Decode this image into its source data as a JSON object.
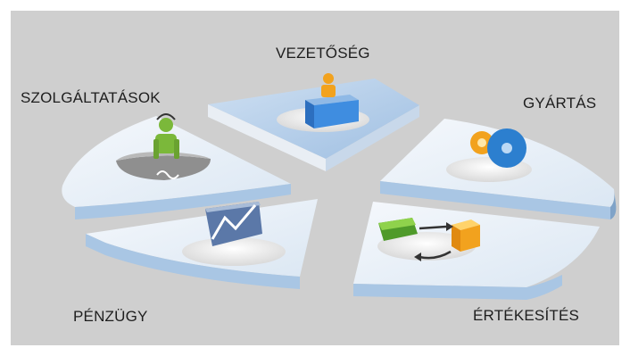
{
  "segments": [
    {
      "label": "VEZETŐSÉG",
      "icon": "management-desk-icon"
    },
    {
      "label": "GYÁRTÁS",
      "icon": "production-gears-icon"
    },
    {
      "label": "ÉRTÉKESÍTÉS",
      "icon": "sales-exchange-icon"
    },
    {
      "label": "PÉNZÜGY",
      "icon": "finance-chart-icon"
    },
    {
      "label": "SZOLGÁLTATÁSOK",
      "icon": "services-support-icon"
    }
  ],
  "colors": {
    "background": "#cfcfcf",
    "slice_top": "#e8f0f8",
    "slice_blue": "#a9c6e4",
    "slice_edge": "#7fa3c8",
    "icon_orange": "#f2a21e",
    "icon_green": "#7bb83a",
    "icon_blue": "#2c7fcf"
  }
}
